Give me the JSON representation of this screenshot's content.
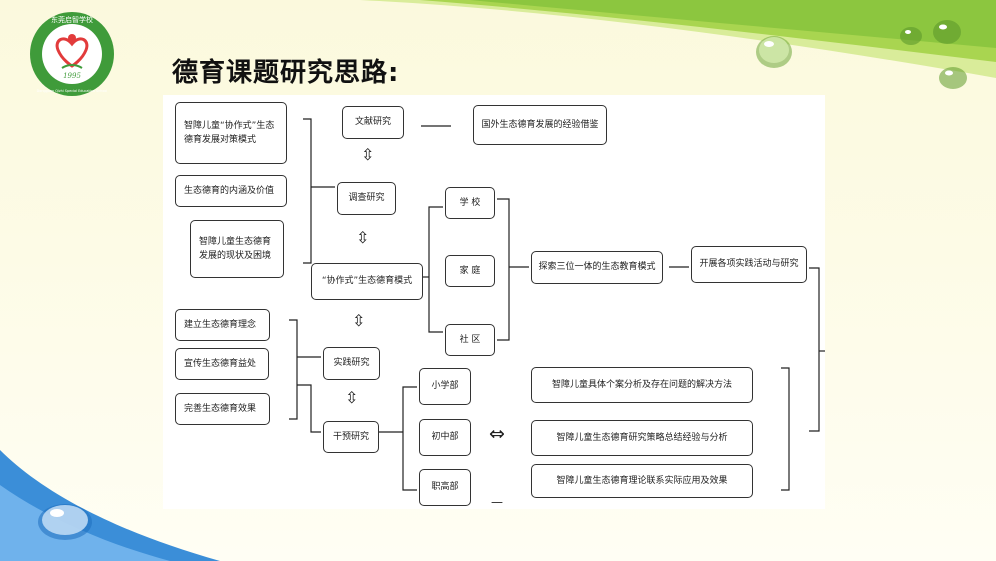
{
  "title": "德育课题研究思路:",
  "colors": {
    "green": "#8cc63f",
    "blue": "#3b8ed8",
    "logo_red": "#e23b3b"
  },
  "logo": {
    "arc_text": "东莞启智学校",
    "year": "1995",
    "en_text": "Dongguan Qizhi Special Education School"
  },
  "diagram": {
    "nodes": {
      "n_left1": "智障儿童“协作式”生态德育发展对策模式",
      "n_left2": "生态德育的内涵及价值",
      "n_left3": "智障儿童生态德育发展的现状及困境",
      "n_left4": "建立生态德育理念",
      "n_left5": "宣传生态德育益处",
      "n_left6": "完善生态德育效果",
      "n_lit": "文献研究",
      "n_survey": "调查研究",
      "n_model": "“协作式”生态德育模式",
      "n_practice": "实践研究",
      "n_intervene": "干预研究",
      "n_foreign": "国外生态德育发展的经验借鉴",
      "n_school": "学 校",
      "n_family": "家 庭",
      "n_community": "社 区",
      "n_trinity": "探索三位一体的生态教育模式",
      "n_activities": "开展各项实践活动与研究",
      "n_primary": "小学部",
      "n_junior": "初中部",
      "n_vocational": "职高部",
      "n_case": "智障儿童具体个案分析及存在问题的解决方法",
      "n_strategy": "智障儿童生态德育研究策略总结经验与分析",
      "n_theory": "智障儿童生态德育理论联系实际应用及效果"
    },
    "symbols": {
      "updown": "⇳",
      "leftright": "⇔",
      "dash": "—"
    }
  }
}
